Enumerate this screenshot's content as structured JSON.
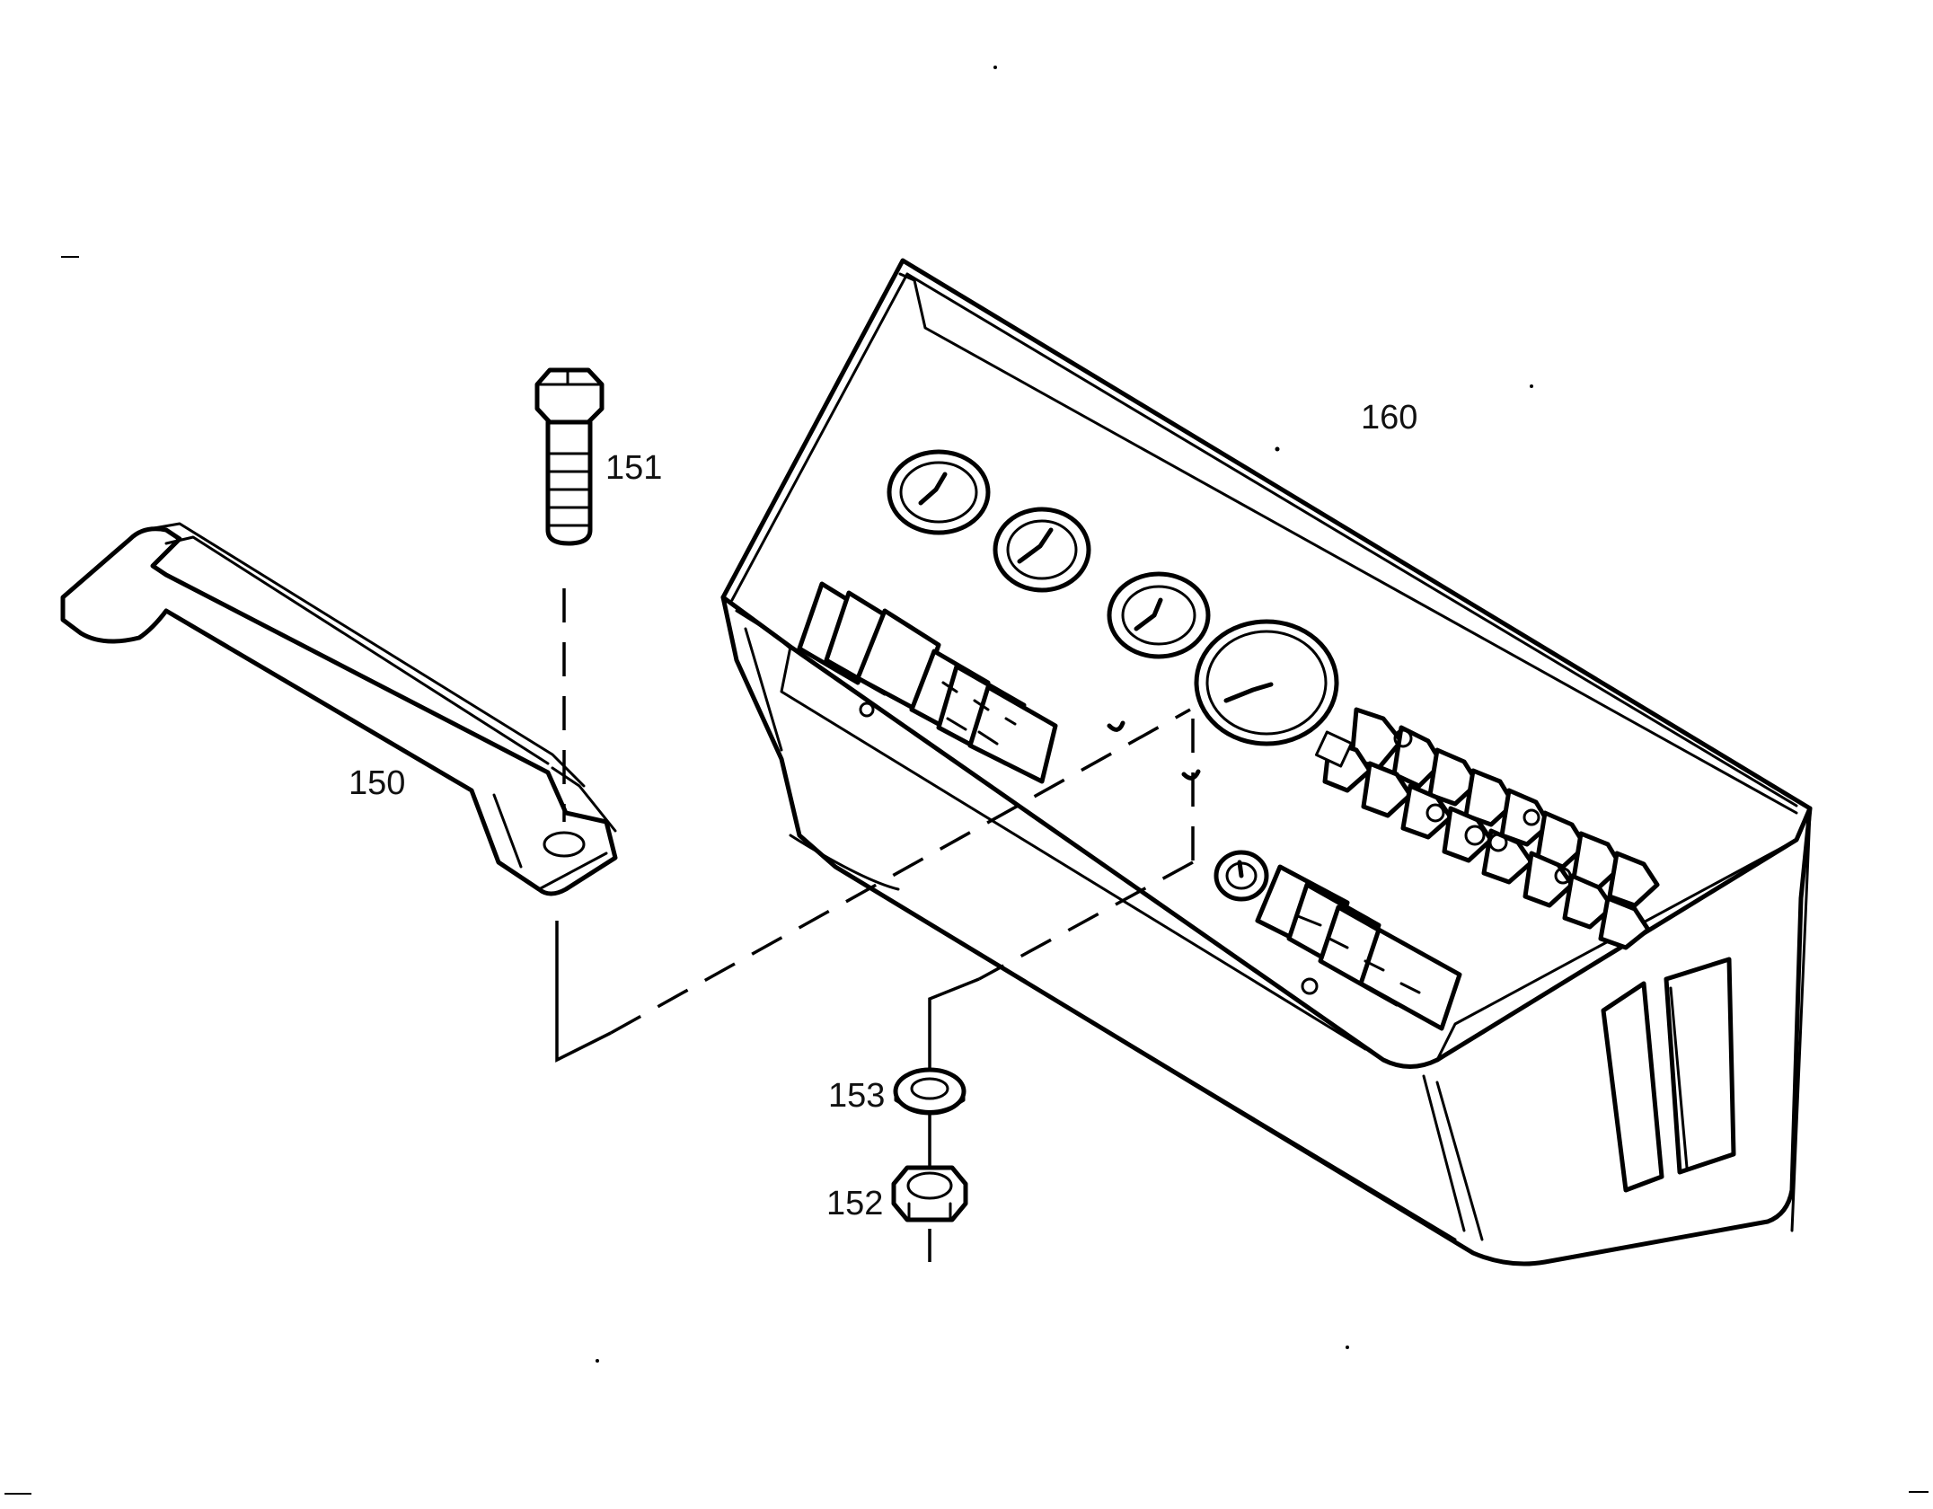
{
  "callouts": {
    "handle": "150",
    "bolt": "151",
    "nut": "152",
    "washer": "153",
    "console": "160"
  }
}
